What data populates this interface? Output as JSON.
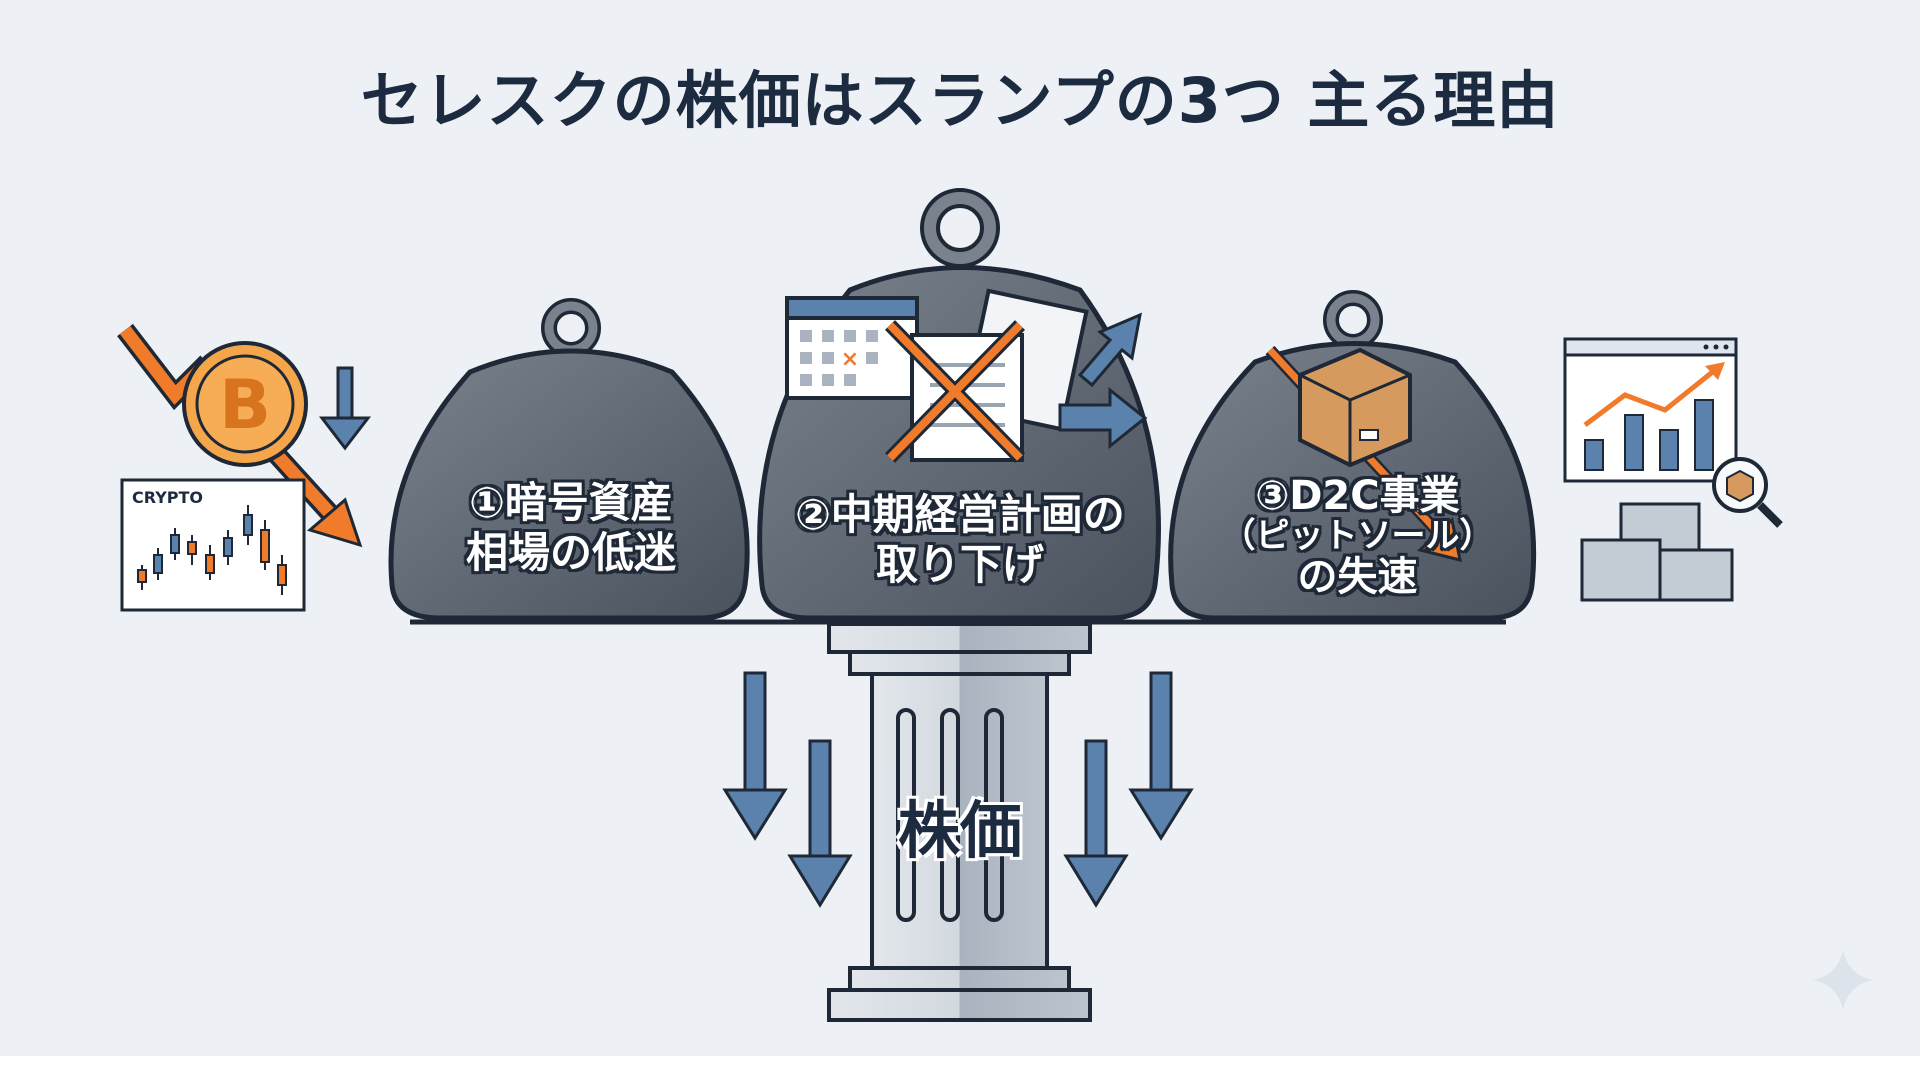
{
  "title": "セレスクの株価はスランプの3つ 主る理由",
  "reasons": [
    {
      "lines": [
        "①暗号資産",
        "相場の低迷"
      ]
    },
    {
      "lines": [
        "②中期経営計画の",
        "取り下げ"
      ]
    },
    {
      "lines": [
        "③D2C事業",
        "（ピットソール）",
        "の失速"
      ]
    }
  ],
  "pillar_label": "株価",
  "crypto_label": "CRYPTO",
  "colors": {
    "background": "#edf1f6",
    "title": "#1c2b40",
    "weight": "#5b6470",
    "accent_orange": "#f07b2a",
    "arrow_blue": "#5b82ad"
  }
}
